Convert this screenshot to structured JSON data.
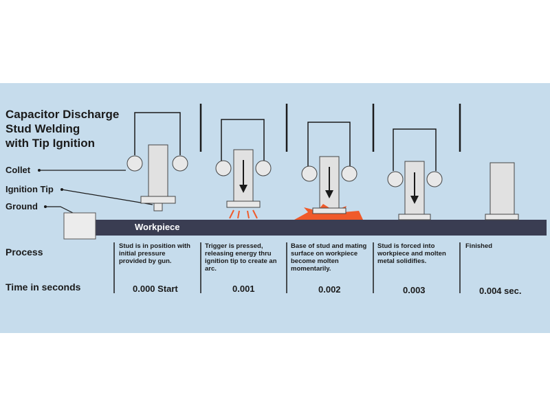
{
  "title": {
    "line1": "Capacitor Discharge",
    "line2": "Stud Welding",
    "line3": "with Tip Ignition"
  },
  "labels": {
    "collet": "Collet",
    "ignition_tip": "Ignition Tip",
    "ground": "Ground",
    "workpiece": "Workpiece"
  },
  "rows": {
    "process": "Process",
    "time": "Time in seconds"
  },
  "stages": [
    {
      "process": "Stud is in position with initial pressure provided by gun.",
      "time": "0.000 Start"
    },
    {
      "process": "Trigger is pressed, releasing energy thru ignition tip to create an arc.",
      "time": "0.001"
    },
    {
      "process": "Base of stud and mating surface on workpiece become molten momentarily.",
      "time": "0.002"
    },
    {
      "process": "Stud is forced into workpiece and molten metal solidifies.",
      "time": "0.003"
    },
    {
      "process": "Finished",
      "time": "0.004 sec."
    }
  ],
  "colors": {
    "background": "#c6dcec",
    "workpiece": "#3a3d52",
    "stud": "#e1e1e1",
    "arc": "#f05a2a",
    "line": "#1a1a1a"
  }
}
